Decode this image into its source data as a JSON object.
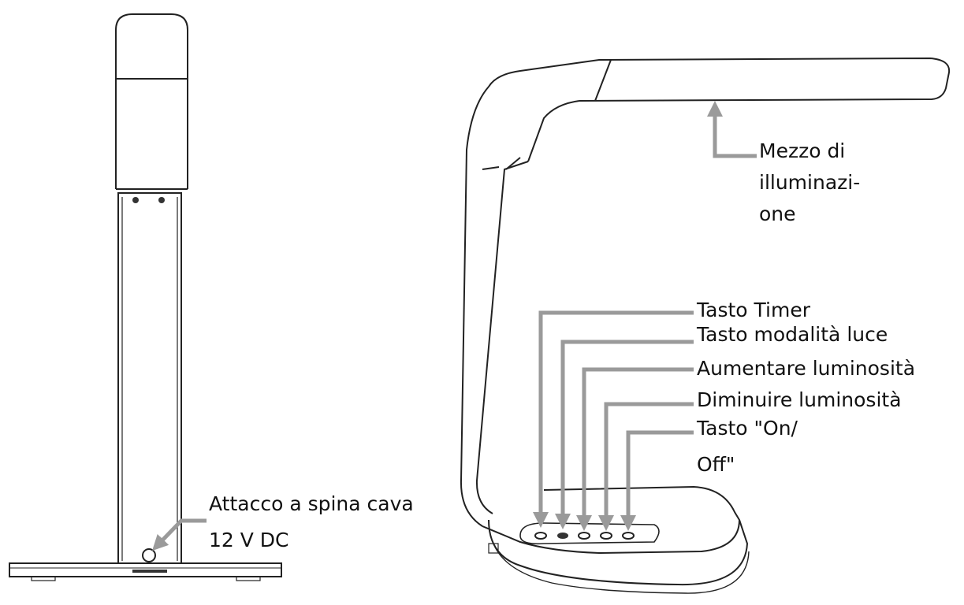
{
  "labels": {
    "lighting_panel": [
      "Mezzo di",
      "illuminazi-",
      "one"
    ],
    "timer_button": "Tasto Timer",
    "light_mode_button": "Tasto modalità luce",
    "increase_brightness": "Aumentare luminosità",
    "decrease_brightness": "Diminuire luminosità",
    "on_off_button": [
      "Tasto \"On/",
      "Off\""
    ],
    "dc_jack": [
      "Attacco a spina cava",
      "12 V DC"
    ]
  },
  "colors": {
    "line": "#222222",
    "arrow": "#9a9a9a",
    "button": "#333333"
  }
}
